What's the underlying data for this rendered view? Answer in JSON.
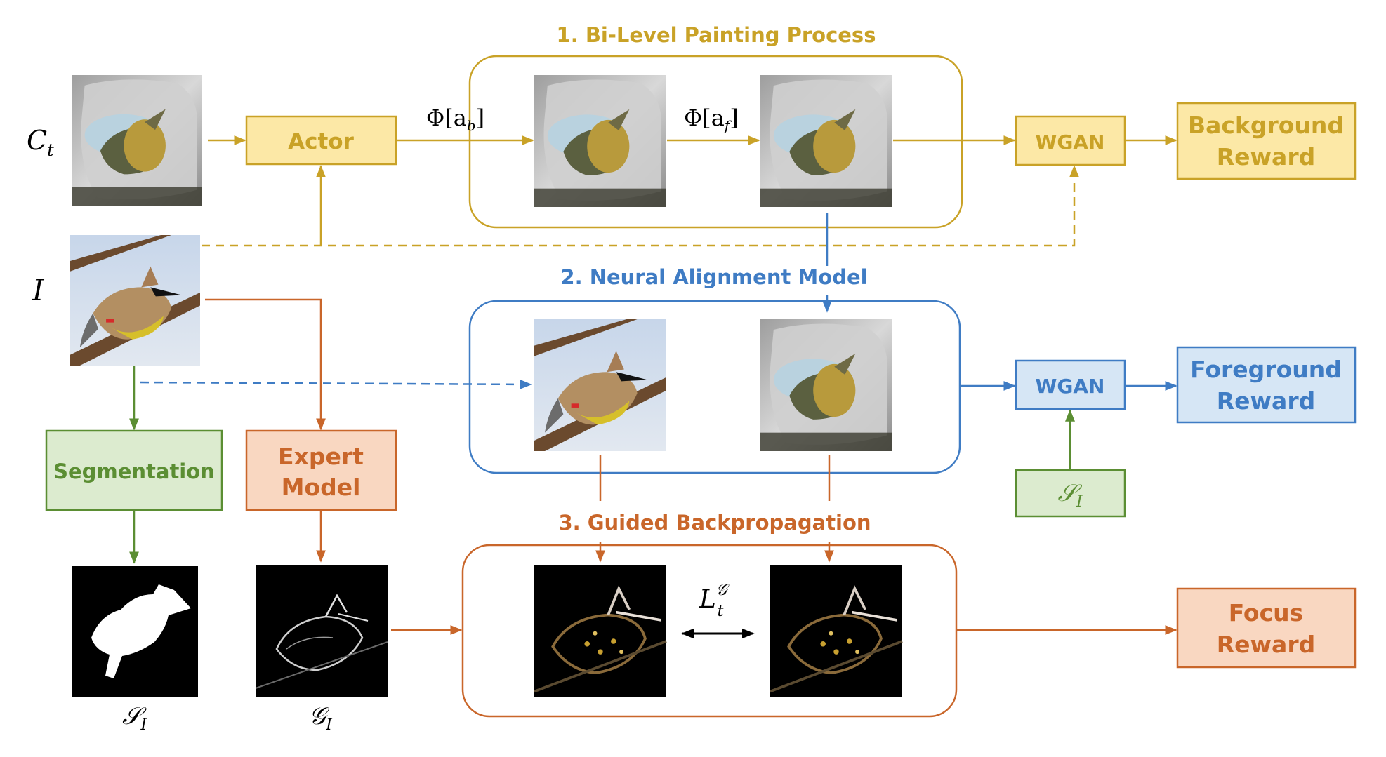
{
  "sections": {
    "painting": {
      "title": "1. Bi-Level Painting Process"
    },
    "alignment": {
      "title": "2. Neural Alignment Model"
    },
    "backprop": {
      "title": "3. Guided Backpropagation"
    }
  },
  "boxes": {
    "actor": "Actor",
    "wgan_top": "WGAN",
    "wgan_mid": "WGAN",
    "background_reward": [
      "Background",
      "Reward"
    ],
    "foreground_reward": [
      "Foreground",
      "Reward"
    ],
    "segmentation": "Segmentation",
    "expert_model": [
      "Expert",
      "Model"
    ],
    "focus_reward": [
      "Focus",
      "Reward"
    ]
  },
  "symbols": {
    "canvas": {
      "base": "C",
      "sub": "t"
    },
    "image": "I",
    "seg_box": {
      "base": "𝒮",
      "sub": "I"
    },
    "seg_map": {
      "base": "𝒮",
      "sub": "I"
    },
    "guided_map": {
      "base": "𝒢",
      "sub": "I"
    },
    "phi_b": {
      "pre": "Φ[a",
      "sub": "b",
      "post": "]"
    },
    "phi_f": {
      "pre": "Φ[a",
      "sub": "f",
      "post": "]"
    },
    "loss": {
      "base": "L",
      "sup": "𝒢",
      "sub": "t"
    }
  },
  "colors": {
    "gold": "#C9A227",
    "gold_fill": "#FCE8A6",
    "blue": "#3F7CC4",
    "blue_fill": "#D6E6F5",
    "green": "#5B8E33",
    "green_fill": "#DCEBCF",
    "orange": "#C9662A",
    "orange_fill": "#F9D7C1"
  },
  "icons": {
    "canvas_ct": "painted-canvas-thumbnail",
    "input_image": "bird-photo-thumbnail",
    "bg_painting": "background-painting-thumbnail",
    "full_painting": "full-painting-thumbnail",
    "aligned_photo": "aligned-bird-photo",
    "aligned_painting": "aligned-painting",
    "seg_mask": "segmentation-mask",
    "guided_map": "guided-backprop-map",
    "photo_saliency": "photo-saliency-map",
    "paint_saliency": "painting-saliency-map"
  }
}
